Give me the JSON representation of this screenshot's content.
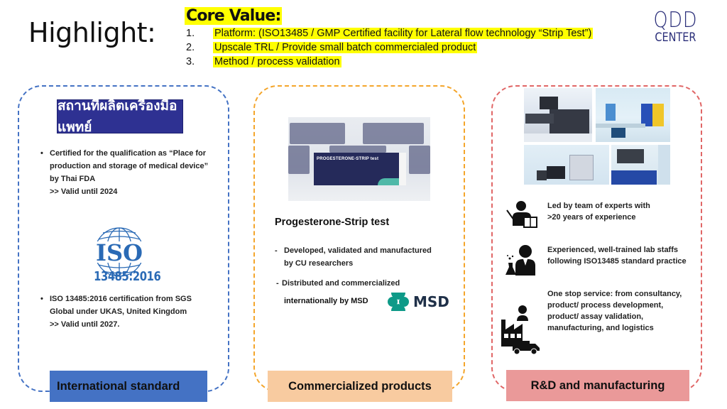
{
  "header": {
    "title": "Highlight:",
    "core_value": {
      "title": "Core Value:",
      "items": [
        {
          "num": "1.",
          "text": "Platform: (ISO13485 / GMP Certified facility for Lateral flow technology “Strip Test”)"
        },
        {
          "num": "2.",
          "text": "Upscale TRL / Provide small batch commercialed product"
        },
        {
          "num": "3.",
          "text": "Method / process validation"
        }
      ]
    },
    "logo": {
      "top": "QDD",
      "bottom": "CENTER"
    }
  },
  "panels": [
    {
      "footer": "International standard",
      "badge": "สถานที่ผลิตเครื่องมือแพทย์",
      "bullets": [
        {
          "dot": "•",
          "lines": [
            "Certified for the qualification as “Place for",
            "production and storage of medical device”",
            "by Thai FDA",
            ">> Valid until 2024"
          ]
        },
        {
          "dot": "•",
          "lines": [
            "ISO 13485:2016 certification from SGS",
            "Global under UKAS, United Kingdom",
            ">> Valid until 2027."
          ]
        }
      ],
      "iso_logo": {
        "text": "ISO",
        "standard": "13485:2016"
      },
      "color": "#4472c4"
    },
    {
      "footer": "Commercialized products",
      "product_box_label": "PROGESTERONE-STRIP test",
      "product_title": "Progesterone-Strip test",
      "bullets": [
        {
          "dot": "-",
          "lines": [
            "Developed, validated and manufactured",
            "by CU researchers"
          ]
        },
        {
          "dot": "-",
          "lines": [
            "Distributed and commercialized"
          ]
        }
      ],
      "bullet_cont": "internationally by MSD",
      "partner_logo": "MSD",
      "color": "#f4a52a"
    },
    {
      "footer": "R&D and manufacturing",
      "items": [
        {
          "icon": "teacher-icon",
          "lines": [
            "Led by team of experts with",
            ">20 years of experience"
          ]
        },
        {
          "icon": "scientist-icon",
          "lines": [
            "Experienced, well-trained lab staffs",
            "following ISO13485 standard practice"
          ]
        },
        {
          "icon": "factory-truck-icon",
          "lines": [
            "One stop service: from consultancy,",
            "product/ process development,",
            "product/ assay validation,",
            "manufacturing, and logistics"
          ]
        }
      ],
      "color": "#e06666"
    }
  ]
}
